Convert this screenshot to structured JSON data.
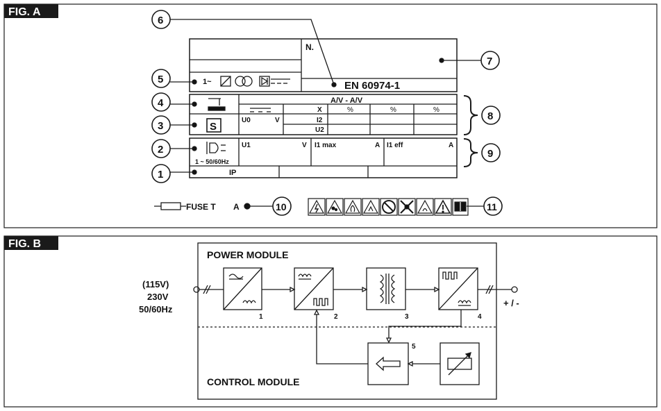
{
  "fig_a": {
    "label": "FIG. A",
    "callouts": [
      "1",
      "2",
      "3",
      "4",
      "5",
      "6",
      "7",
      "8",
      "9",
      "10",
      "11"
    ],
    "plate": {
      "serial_label": "N.",
      "standard": "EN 60974-1",
      "phase_symbol": "1~",
      "dc_symbol": "═══",
      "av_header": "A/V - A/V",
      "col_x": "X",
      "pct": "%",
      "i2": "I2",
      "u2": "U2",
      "u0": "U0",
      "volt": "V",
      "s_mark": "S",
      "u1": "U1",
      "i1max": "I1 max",
      "i1eff": "I1 eff",
      "amp": "A",
      "supply": "1 ~ 50/60Hz",
      "ip": "IP"
    },
    "fuse": {
      "label": "FUSE T",
      "unit": "A"
    },
    "warning_icons": [
      "electric-shock-icon",
      "fumes-icon",
      "fire-icon",
      "explosion-icon",
      "pacemaker-prohibited-icon",
      "no-heart-icon",
      "radiation-icon",
      "warning-icon",
      "manual-icon"
    ]
  },
  "fig_b": {
    "label": "FIG. B",
    "input": [
      "(115V)",
      "230V",
      "50/60Hz"
    ],
    "output": "+ / -",
    "power_module": "POWER MODULE",
    "control_module": "CONTROL MODULE",
    "block_numbers": [
      "1",
      "2",
      "3",
      "4",
      "5"
    ]
  },
  "colors": {
    "line": "#1a1a1a",
    "label_bg": "#1a1a1a",
    "label_fg": "#ffffff"
  }
}
